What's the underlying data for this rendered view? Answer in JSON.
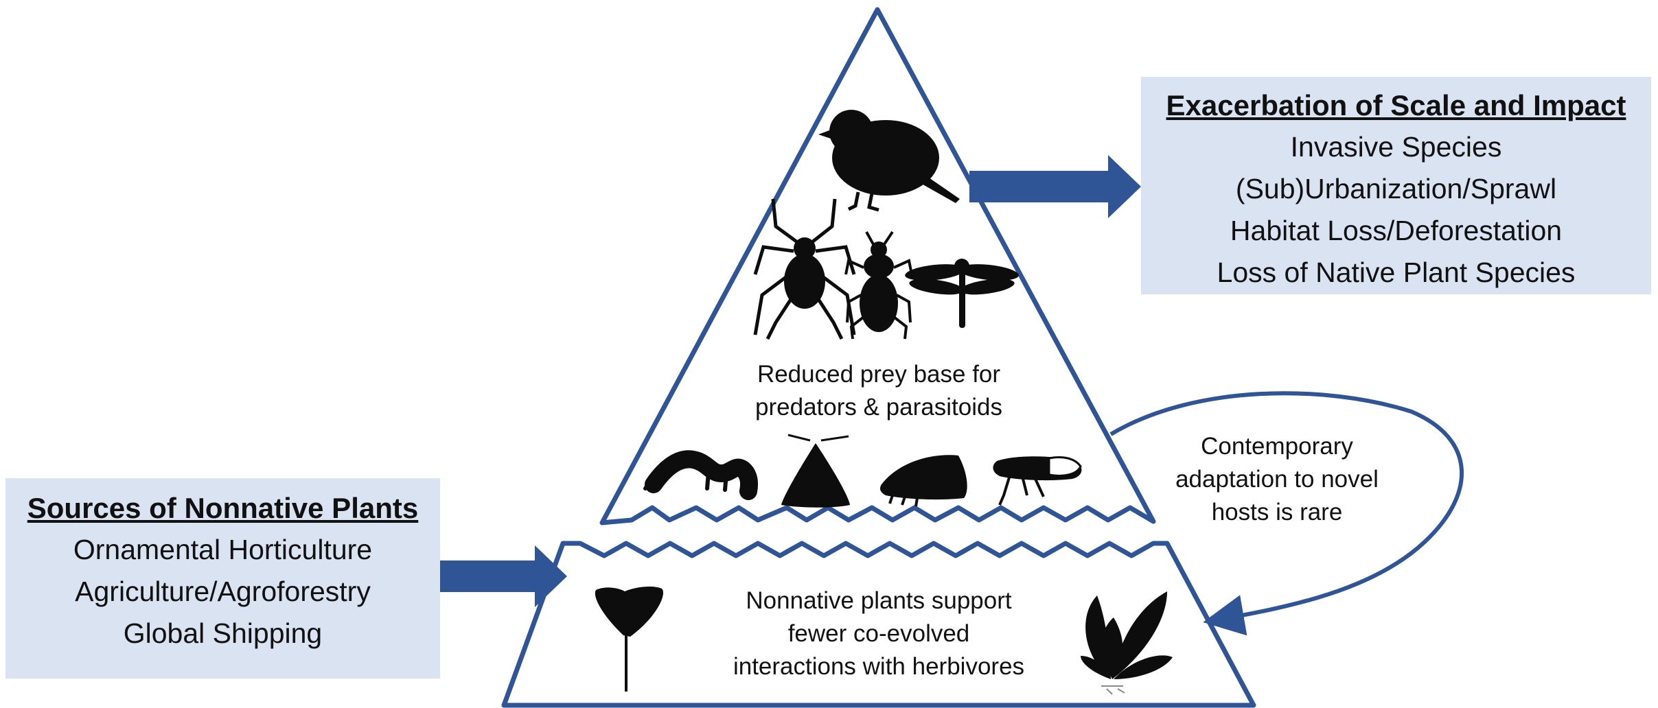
{
  "colors": {
    "navy": "#2f5597",
    "box_fill": "#dae3f2",
    "silhouette": "#0d0d0d"
  },
  "right_box": {
    "title": "Exacerbation of Scale and Impact",
    "items": [
      "Invasive Species",
      "(Sub)Urbanization/Sprawl",
      "Habitat Loss/Deforestation",
      "Loss of Native Plant Species"
    ]
  },
  "left_box": {
    "title": "Sources of Nonnative Plants",
    "items": [
      "Ornamental Horticulture",
      "Agriculture/Agroforestry",
      "Global Shipping"
    ]
  },
  "pyramid": {
    "upper_label": [
      "Reduced prey base for",
      "predators & parasitoids"
    ],
    "lower_label": [
      "Nonnative plants support",
      "fewer co-evolved",
      "interactions with herbivores"
    ]
  },
  "loop_label": [
    "Contemporary",
    "adaptation to novel",
    "hosts is rare"
  ],
  "icons": {
    "top": [
      "bird-icon"
    ],
    "predators": [
      "spider-icon",
      "beetle-icon",
      "dragonfly-icon"
    ],
    "herbivores": [
      "caterpillar-icon",
      "moth-icon",
      "hopper-icon",
      "leafhopper-icon"
    ],
    "plants": [
      "ginkgo-leaf-icon",
      "plant-icon"
    ]
  }
}
